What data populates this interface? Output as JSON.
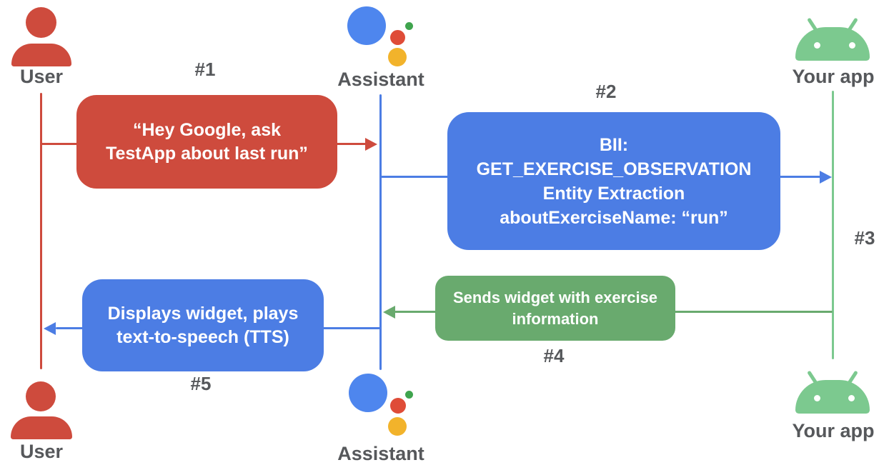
{
  "diagram": {
    "type": "sequence-diagram",
    "actors": {
      "user_top": "User",
      "assistant_top": "Assistant",
      "app_top": "Your app",
      "user_bottom": "User",
      "assistant_bottom": "Assistant",
      "app_bottom": "Your app"
    },
    "steps": {
      "s1": "#1",
      "s2": "#2",
      "s3": "#3",
      "s4": "#4",
      "s5": "#5"
    },
    "messages": {
      "m1": {
        "from": "User",
        "to": "Assistant",
        "lines": [
          "“Hey Google, ask",
          "TestApp about last run”"
        ]
      },
      "m2": {
        "from": "Assistant",
        "to": "Your app",
        "lines": [
          "BII:",
          "GET_EXERCISE_OBSERVATION",
          "Entity Extraction",
          "aboutExerciseName: “run”"
        ]
      },
      "m4": {
        "from": "Your app",
        "to": "Assistant",
        "lines": [
          "Sends widget with exercise",
          "information"
        ]
      },
      "m5": {
        "from": "Assistant",
        "to": "User",
        "lines": [
          "Displays widget, plays",
          "text-to-speech (TTS)"
        ]
      }
    },
    "colors": {
      "red": "#CE4B3D",
      "blue": "#4C7DE4",
      "green_box": "#69AA6E",
      "android_green": "#7CC98F",
      "assistant_blue": "#4E86EE",
      "assistant_red": "#DF4C38",
      "assistant_yellow": "#F2B32B",
      "assistant_green": "#3FA44E",
      "label_gray": "#56585B"
    }
  }
}
